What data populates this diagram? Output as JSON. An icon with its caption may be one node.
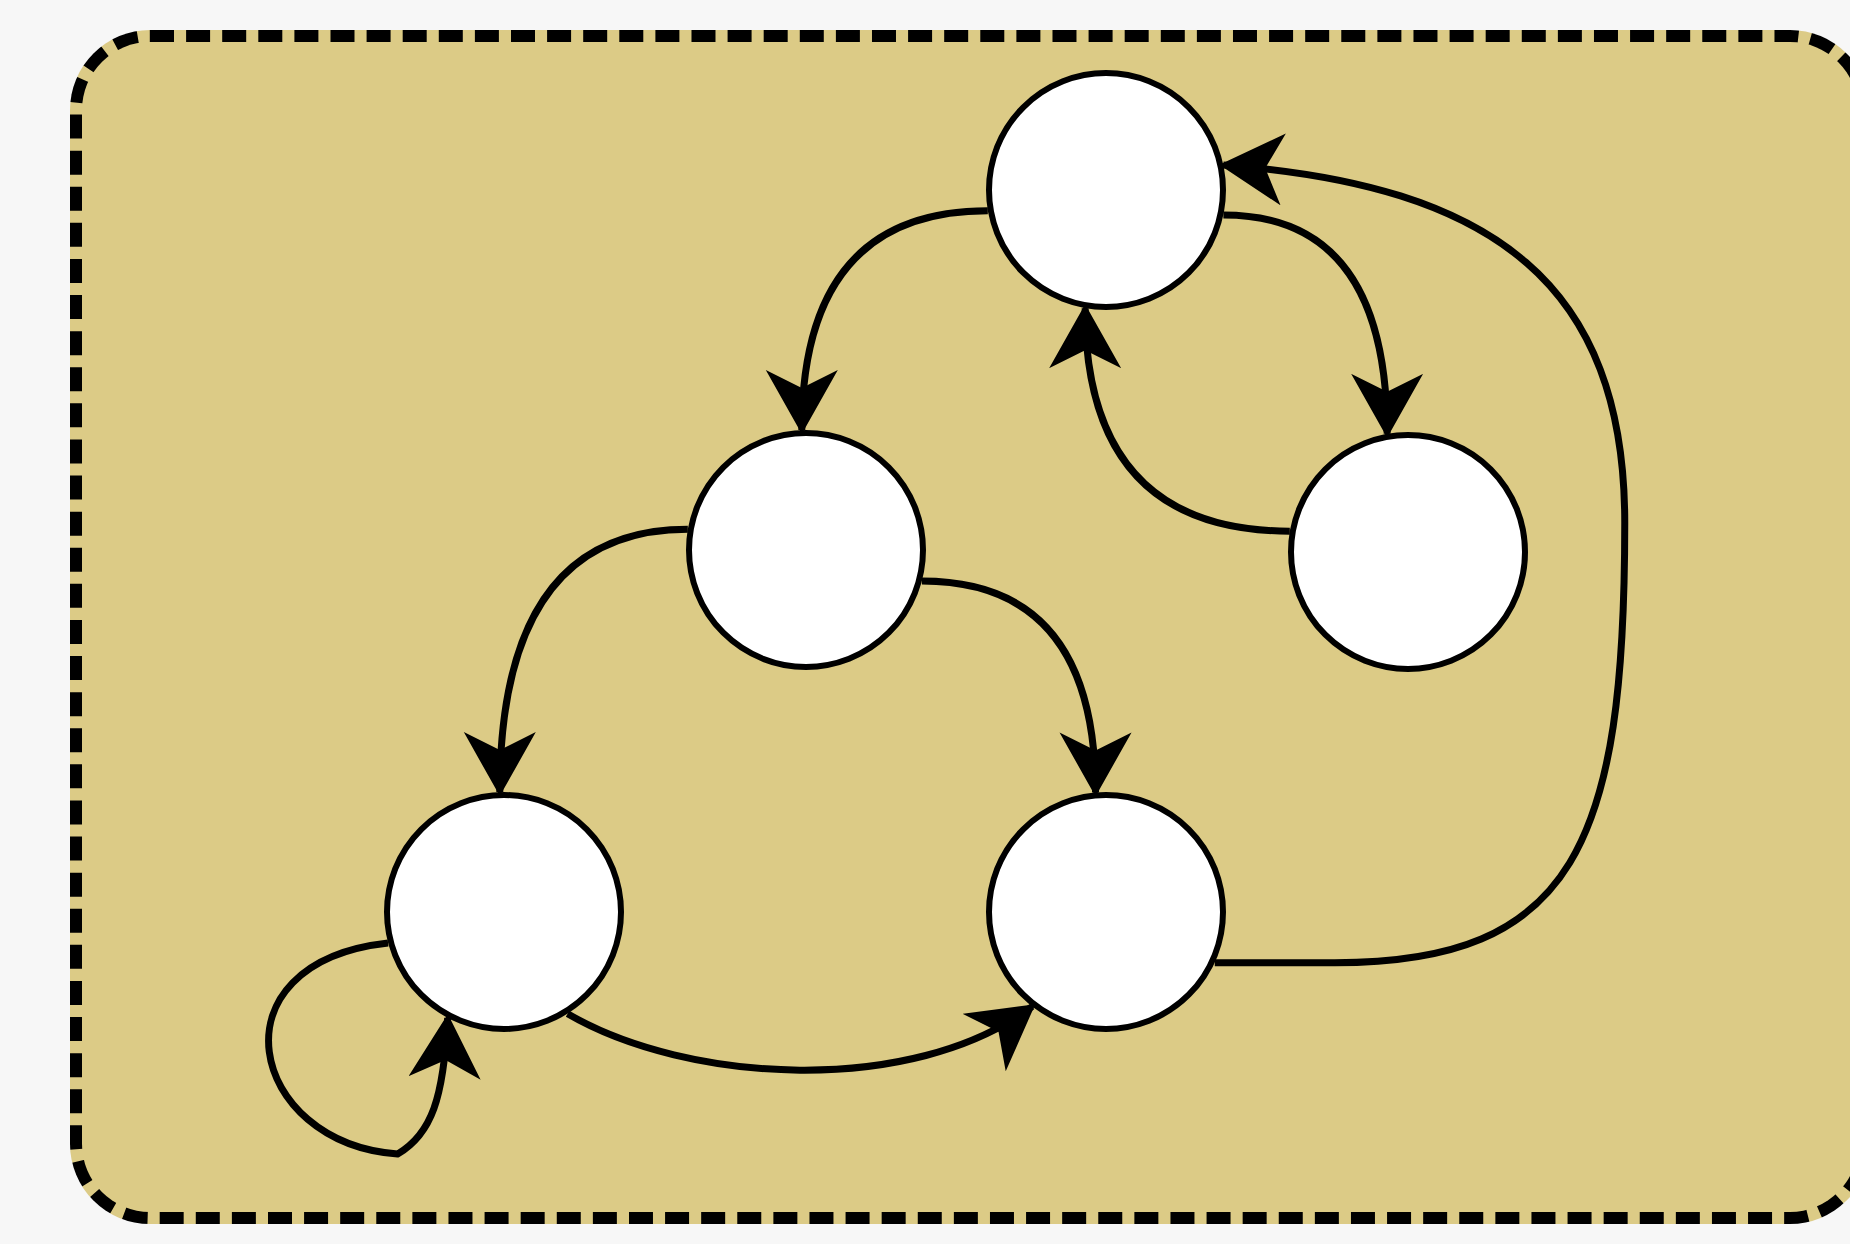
{
  "diagram": {
    "nodes": [
      {
        "text": [],
        "shape": "box"
      },
      {
        "text": [],
        "shape": "circle",
        "in": 0
      },
      {
        "text": [],
        "shape": "circle",
        "in": 0
      },
      {
        "text": [],
        "shape": "circle",
        "in": 0
      },
      {
        "text": [],
        "shape": "circle",
        "in": 0
      },
      {
        "text": [],
        "shape": "circle",
        "in": 0
      }
    ],
    "edges": [
      {
        "from": 1,
        "to": 2,
        "arrow": "to"
      },
      {
        "from": 1,
        "to": 3,
        "arrow": "to"
      },
      {
        "from": 3,
        "to": 1,
        "arrow": "to"
      },
      {
        "from": 2,
        "to": 4,
        "arrow": "to"
      },
      {
        "from": 2,
        "to": 5,
        "arrow": "to"
      },
      {
        "from": 4,
        "to": 4,
        "arrow": "to"
      },
      {
        "from": 4,
        "to": 5,
        "arrow": "to"
      },
      {
        "from": 5,
        "to": 1,
        "arrow": "to"
      }
    ]
  }
}
